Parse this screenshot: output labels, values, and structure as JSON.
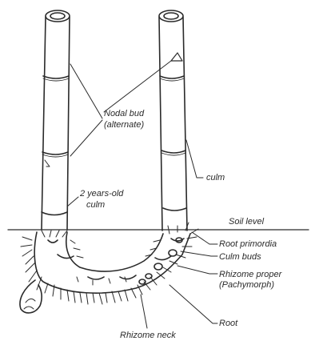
{
  "labels": {
    "nodal_bud": "Nodal bud",
    "nodal_bud_note": "(alternate)",
    "culm": "culm",
    "two_years_old": "2 years-old",
    "two_years_old_culm": "culm",
    "soil_level": "Soil level",
    "root_primordia": "Root primordia",
    "culm_buds": "Culm buds",
    "rhizome_proper": "Rhizome proper",
    "rhizome_type": "(Pachymorph)",
    "root": "Root",
    "rhizome_neck": "Rhizome neck"
  },
  "colors": {
    "ink": "#2a2a2a",
    "background": "#ffffff"
  }
}
